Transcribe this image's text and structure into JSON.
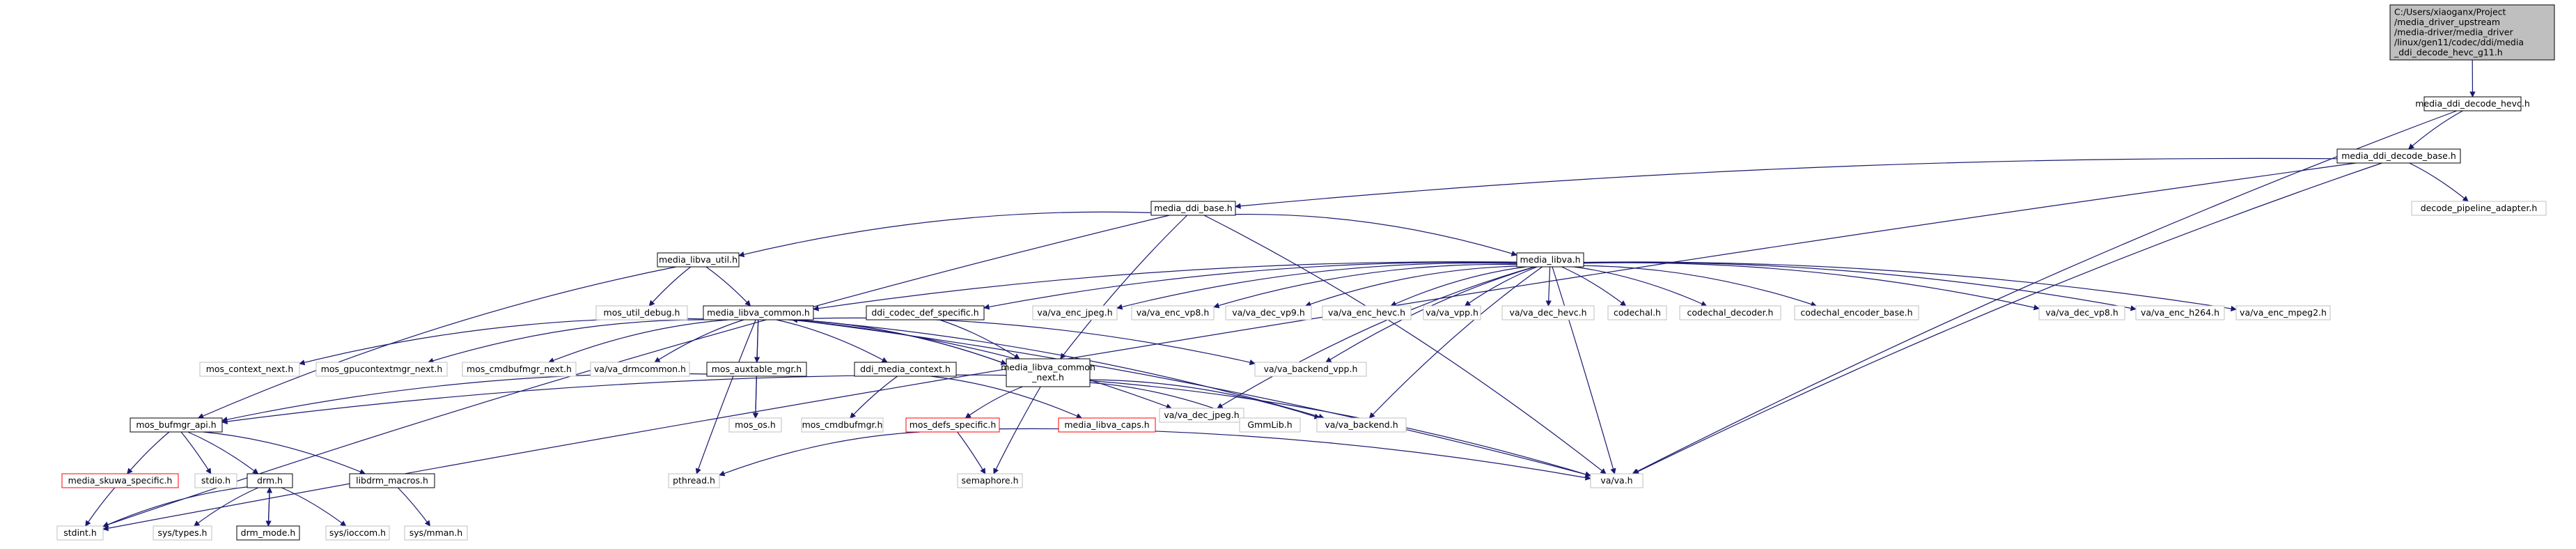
{
  "nodes": [
    {
      "id": "root",
      "lines": [
        "C:/Users/xiaoganx/Project",
        "/media_driver_upstream",
        "/media-driver/media_driver",
        "/linux/gen11/codec/ddi/media",
        "_ddi_decode_hevc_g11.h"
      ],
      "style": "root"
    },
    {
      "id": "decode_hevc",
      "lines": [
        "media_ddi_decode_hevc.h"
      ],
      "style": "doc"
    },
    {
      "id": "decode_base",
      "lines": [
        "media_ddi_decode_base.h"
      ],
      "style": "doc"
    },
    {
      "id": "pipeline_adapter",
      "lines": [
        "decode_pipeline_adapter.h"
      ],
      "style": "missing"
    },
    {
      "id": "ddi_base",
      "lines": [
        "media_ddi_base.h"
      ],
      "style": "doc"
    },
    {
      "id": "libva_util",
      "lines": [
        "media_libva_util.h"
      ],
      "style": "doc"
    },
    {
      "id": "libva",
      "lines": [
        "media_libva.h"
      ],
      "style": "doc"
    },
    {
      "id": "util_debug",
      "lines": [
        "mos_util_debug.h"
      ],
      "style": "missing"
    },
    {
      "id": "libva_common",
      "lines": [
        "media_libva_common.h"
      ],
      "style": "doc"
    },
    {
      "id": "codec_def_specific",
      "lines": [
        "ddi_codec_def_specific.h"
      ],
      "style": "doc"
    },
    {
      "id": "va_enc_jpeg",
      "lines": [
        "va/va_enc_jpeg.h"
      ],
      "style": "missing"
    },
    {
      "id": "va_enc_vp8",
      "lines": [
        "va/va_enc_vp8.h"
      ],
      "style": "missing"
    },
    {
      "id": "va_dec_vp9",
      "lines": [
        "va/va_dec_vp9.h"
      ],
      "style": "missing"
    },
    {
      "id": "va_enc_hevc",
      "lines": [
        "va/va_enc_hevc.h"
      ],
      "style": "missing"
    },
    {
      "id": "va_vpp",
      "lines": [
        "va/va_vpp.h"
      ],
      "style": "missing"
    },
    {
      "id": "va_dec_hevc",
      "lines": [
        "va/va_dec_hevc.h"
      ],
      "style": "missing"
    },
    {
      "id": "codechal",
      "lines": [
        "codechal.h"
      ],
      "style": "missing"
    },
    {
      "id": "codechal_decoder",
      "lines": [
        "codechal_decoder.h"
      ],
      "style": "missing"
    },
    {
      "id": "codechal_encoder_base",
      "lines": [
        "codechal_encoder_base.h"
      ],
      "style": "missing"
    },
    {
      "id": "va_dec_vp8",
      "lines": [
        "va/va_dec_vp8.h"
      ],
      "style": "missing"
    },
    {
      "id": "va_enc_h264",
      "lines": [
        "va/va_enc_h264.h"
      ],
      "style": "missing"
    },
    {
      "id": "va_enc_mpeg2",
      "lines": [
        "va/va_enc_mpeg2.h"
      ],
      "style": "missing"
    },
    {
      "id": "context_next",
      "lines": [
        "mos_context_next.h"
      ],
      "style": "missing"
    },
    {
      "id": "gpucontextmgr_next",
      "lines": [
        "mos_gpucontextmgr_next.h"
      ],
      "style": "missing"
    },
    {
      "id": "cmdbufmgr_next",
      "lines": [
        "mos_cmdbufmgr_next.h"
      ],
      "style": "missing"
    },
    {
      "id": "va_drmcommon",
      "lines": [
        "va/va_drmcommon.h"
      ],
      "style": "missing"
    },
    {
      "id": "auxtable_mgr",
      "lines": [
        "mos_auxtable_mgr.h"
      ],
      "style": "doc"
    },
    {
      "id": "ddi_media_context",
      "lines": [
        "ddi_media_context.h"
      ],
      "style": "doc"
    },
    {
      "id": "libva_common_next",
      "lines": [
        "media_libva_common",
        "_next.h"
      ],
      "style": "doc"
    },
    {
      "id": "va_dec_jpeg",
      "lines": [
        "va/va_dec_jpeg.h"
      ],
      "style": "missing"
    },
    {
      "id": "va_backend_vpp",
      "lines": [
        "va/va_backend_vpp.h"
      ],
      "style": "missing"
    },
    {
      "id": "bufmgr_api",
      "lines": [
        "mos_bufmgr_api.h"
      ],
      "style": "doc"
    },
    {
      "id": "mos_os",
      "lines": [
        "mos_os.h"
      ],
      "style": "missing"
    },
    {
      "id": "cmdbufmgr",
      "lines": [
        "mos_cmdbufmgr.h"
      ],
      "style": "missing"
    },
    {
      "id": "defs_specific",
      "lines": [
        "mos_defs_specific.h"
      ],
      "style": "broken"
    },
    {
      "id": "libva_caps",
      "lines": [
        "media_libva_caps.h"
      ],
      "style": "broken"
    },
    {
      "id": "gmmlib",
      "lines": [
        "GmmLib.h"
      ],
      "style": "missing"
    },
    {
      "id": "va_backend",
      "lines": [
        "va/va_backend.h"
      ],
      "style": "missing"
    },
    {
      "id": "skuwa_specific",
      "lines": [
        "media_skuwa_specific.h"
      ],
      "style": "broken"
    },
    {
      "id": "stdio",
      "lines": [
        "stdio.h"
      ],
      "style": "missing"
    },
    {
      "id": "drm",
      "lines": [
        "drm.h"
      ],
      "style": "doc"
    },
    {
      "id": "libdrm_macros",
      "lines": [
        "libdrm_macros.h"
      ],
      "style": "doc"
    },
    {
      "id": "pthread",
      "lines": [
        "pthread.h"
      ],
      "style": "missing"
    },
    {
      "id": "semaphore",
      "lines": [
        "semaphore.h"
      ],
      "style": "missing"
    },
    {
      "id": "va",
      "lines": [
        "va/va.h"
      ],
      "style": "missing"
    },
    {
      "id": "stdint",
      "lines": [
        "stdint.h"
      ],
      "style": "missing"
    },
    {
      "id": "sys_types",
      "lines": [
        "sys/types.h"
      ],
      "style": "missing"
    },
    {
      "id": "drm_mode",
      "lines": [
        "drm_mode.h"
      ],
      "style": "doc"
    },
    {
      "id": "sys_ioccom",
      "lines": [
        "sys/ioccom.h"
      ],
      "style": "missing"
    },
    {
      "id": "sys_mman",
      "lines": [
        "sys/mman.h"
      ],
      "style": "missing"
    }
  ],
  "edges": [
    [
      "root",
      "decode_hevc"
    ],
    [
      "decode_hevc",
      "decode_base"
    ],
    [
      "decode_hevc",
      "va"
    ],
    [
      "decode_base",
      "ddi_base"
    ],
    [
      "decode_base",
      "pipeline_adapter"
    ],
    [
      "decode_base",
      "va"
    ],
    [
      "decode_base",
      "stdint"
    ],
    [
      "ddi_base",
      "libva_util"
    ],
    [
      "ddi_base",
      "libva"
    ],
    [
      "ddi_base",
      "libva_common_next"
    ],
    [
      "ddi_base",
      "va"
    ],
    [
      "ddi_base",
      "stdint"
    ],
    [
      "libva_util",
      "util_debug"
    ],
    [
      "libva_util",
      "libva_common"
    ],
    [
      "libva_util",
      "bufmgr_api"
    ],
    [
      "libva",
      "libva_common"
    ],
    [
      "libva",
      "codec_def_specific"
    ],
    [
      "libva",
      "va_enc_jpeg"
    ],
    [
      "libva",
      "va_enc_vp8"
    ],
    [
      "libva",
      "va_dec_vp9"
    ],
    [
      "libva",
      "va_enc_hevc"
    ],
    [
      "libva",
      "va_vpp"
    ],
    [
      "libva",
      "va_dec_hevc"
    ],
    [
      "libva",
      "codechal"
    ],
    [
      "libva",
      "codechal_decoder"
    ],
    [
      "libva",
      "codechal_encoder_base"
    ],
    [
      "libva",
      "va_dec_vp8"
    ],
    [
      "libva",
      "va_enc_h264"
    ],
    [
      "libva",
      "va_enc_mpeg2"
    ],
    [
      "libva",
      "va_dec_jpeg"
    ],
    [
      "libva",
      "va_backend_vpp"
    ],
    [
      "libva",
      "va_backend"
    ],
    [
      "libva",
      "va"
    ],
    [
      "codec_def_specific",
      "libva_common_next"
    ],
    [
      "libva_common",
      "context_next"
    ],
    [
      "libva_common",
      "gpucontextmgr_next"
    ],
    [
      "libva_common",
      "cmdbufmgr_next"
    ],
    [
      "libva_common",
      "va_drmcommon"
    ],
    [
      "libva_common",
      "auxtable_mgr"
    ],
    [
      "libva_common",
      "ddi_media_context"
    ],
    [
      "libva_common",
      "libva_common_next"
    ],
    [
      "libva_common",
      "va_dec_jpeg"
    ],
    [
      "libva_common",
      "va_backend_vpp"
    ],
    [
      "libva_common",
      "va_backend"
    ],
    [
      "libva_common",
      "mos_os"
    ],
    [
      "libva_common",
      "pthread"
    ],
    [
      "libva_common",
      "va"
    ],
    [
      "auxtable_mgr",
      "mos_os"
    ],
    [
      "auxtable_mgr",
      "bufmgr_api"
    ],
    [
      "ddi_media_context",
      "cmdbufmgr"
    ],
    [
      "ddi_media_context",
      "libva_caps"
    ],
    [
      "libva_common_next",
      "libva_common"
    ],
    [
      "libva_common_next",
      "bufmgr_api"
    ],
    [
      "libva_common_next",
      "defs_specific"
    ],
    [
      "libva_common_next",
      "semaphore"
    ],
    [
      "libva_common_next",
      "gmmlib"
    ],
    [
      "libva_common_next",
      "va_backend"
    ],
    [
      "libva_common_next",
      "va"
    ],
    [
      "bufmgr_api",
      "skuwa_specific"
    ],
    [
      "bufmgr_api",
      "stdio"
    ],
    [
      "bufmgr_api",
      "drm"
    ],
    [
      "bufmgr_api",
      "libdrm_macros"
    ],
    [
      "defs_specific",
      "pthread"
    ],
    [
      "defs_specific",
      "semaphore"
    ],
    [
      "defs_specific",
      "va"
    ],
    [
      "skuwa_specific",
      "stdint"
    ],
    [
      "drm",
      "stdint"
    ],
    [
      "drm",
      "sys_types"
    ],
    [
      "drm",
      "drm_mode"
    ],
    [
      "drm",
      "sys_ioccom"
    ],
    [
      "drm_mode",
      "drm"
    ],
    [
      "libdrm_macros",
      "sys_mman"
    ]
  ]
}
